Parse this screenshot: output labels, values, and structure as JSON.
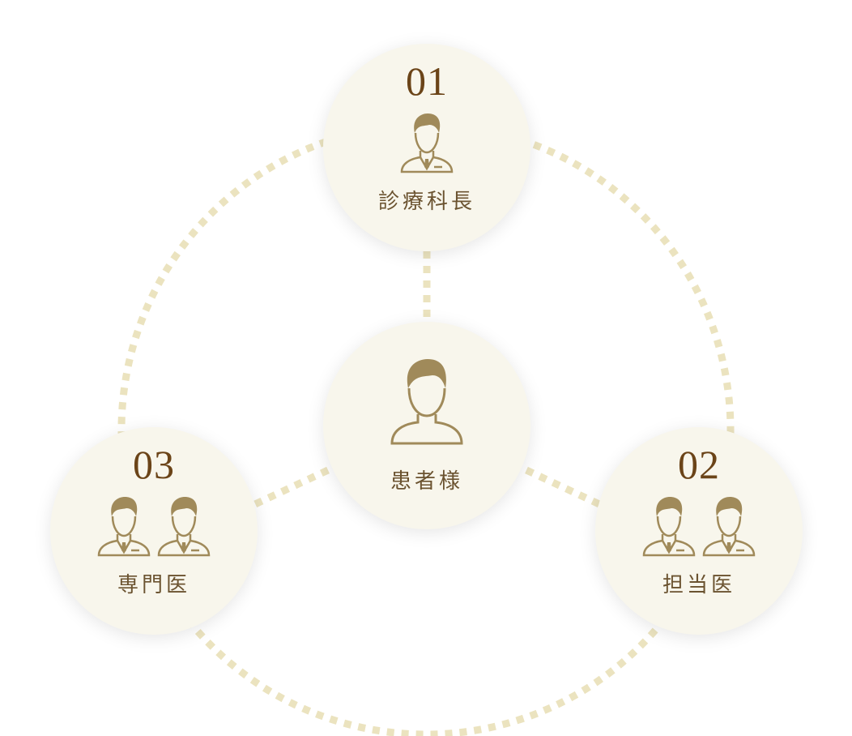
{
  "colors": {
    "dots": "#ebe3bf",
    "node_fill": "#f8f6ec",
    "number": "#6b4418",
    "label": "#6b5330",
    "icon": "#a08a5a"
  },
  "nodes": {
    "center": {
      "label": "患者様",
      "icon": "patient-icon"
    },
    "n1": {
      "number": "01",
      "label": "診療科長",
      "icon": "doctor-icon",
      "count": 1
    },
    "n2": {
      "number": "02",
      "label": "担当医",
      "icon": "doctor-icon",
      "count": 2
    },
    "n3": {
      "number": "03",
      "label": "専門医",
      "icon": "doctor-icon",
      "count": 2
    }
  }
}
